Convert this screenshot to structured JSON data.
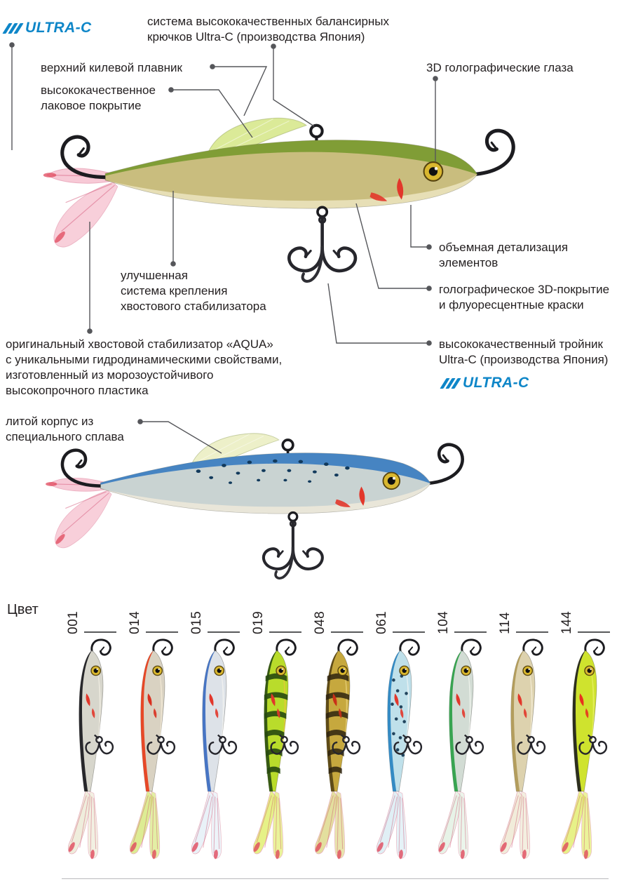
{
  "brand": {
    "logo_text": "ULTRA-C",
    "logo_color": "#0e86c8"
  },
  "callouts": {
    "hooks_system": "система высококачественных балансирных\nкрючков Ultra-C (производства Япония)",
    "keel_fin": "верхний килевой плавник",
    "lacquer": "высококачественное\nлаковое покрытие",
    "eyes": "3D голографические глаза",
    "detail": "объемная детализация\nэлементов",
    "holo_coating": "голографическое 3D-покрытие\nи флуоресцентные краски",
    "tail_mount": "улучшенная\nсистема крепления\nхвостового стабилизатора",
    "stabilizer": "оригинальный хвостовой стабилизатор «AQUA»\nс уникальными гидродинамическими свойствами,\nизготовленный из морозоустойчивого\nвысокопрочного пластика",
    "treble": "высококачественный тройник\nUltra-C (производства Япония)",
    "cast_body": "литой корпус из\nспециального сплава"
  },
  "main_lure": {
    "back": "#7c9b33",
    "body": "#c9bd7e",
    "belly": "#ece5c0",
    "fin": "#d3e57f",
    "accent": "#e2372b",
    "so": 0,
    "po": 0
  },
  "second_lure": {
    "back": "#3f7fc1",
    "body": "#c9d3d2",
    "belly": "#efe9da",
    "fin": "#e9edbc",
    "accent": "#e2372b",
    "so": 0,
    "po": 1
  },
  "colors_section": {
    "label": "Цвет",
    "items": [
      {
        "code": "001",
        "back": "#1d1d22",
        "body": "#d7d6cc",
        "belly": "#f1eee2",
        "fin": "#e6e2c6",
        "accent": "#e2372b",
        "stripe": "#233f10",
        "so": 0,
        "po": 0
      },
      {
        "code": "014",
        "back": "#e8401f",
        "body": "#d9d2c2",
        "belly": "#f2ead6",
        "fin": "#c8e04e",
        "accent": "#d93020",
        "stripe": "#233f10",
        "so": 0,
        "po": 0
      },
      {
        "code": "015",
        "back": "#3e6fc2",
        "body": "#dde2e8",
        "belly": "#f4f4f0",
        "fin": "#dceaf4",
        "accent": "#e2372b",
        "stripe": "#233f10",
        "so": 0,
        "po": 0
      },
      {
        "code": "019",
        "back": "#2f5312",
        "body": "#b9dc2b",
        "belly": "#e8c83a",
        "fin": "#d6e838",
        "accent": "#e2372b",
        "stripe": "#274a10",
        "so": 0.9,
        "po": 0
      },
      {
        "code": "048",
        "back": "#5a4716",
        "body": "#c6a83e",
        "belly": "#e6cf7a",
        "fin": "#d2ca5e",
        "accent": "#c93018",
        "stripe": "#2e2410",
        "so": 0.85,
        "po": 0
      },
      {
        "code": "061",
        "back": "#2c86c2",
        "body": "#bfe0ea",
        "belly": "#eef4f4",
        "fin": "#cde6f0",
        "accent": "#e2372b",
        "stripe": "#233f10",
        "so": 0,
        "po": 0.9
      },
      {
        "code": "104",
        "back": "#2fa04a",
        "body": "#d2dcd4",
        "belly": "#f0f4ec",
        "fin": "#d8ecd8",
        "accent": "#e2372b",
        "stripe": "#233f10",
        "so": 0,
        "po": 0
      },
      {
        "code": "114",
        "back": "#b09a58",
        "body": "#ddd2ae",
        "belly": "#f4ecd6",
        "fin": "#e8e0c2",
        "accent": "#e2372b",
        "stripe": "#233f10",
        "so": 0,
        "po": 0
      },
      {
        "code": "144",
        "back": "#24251f",
        "body": "#cfe32e",
        "belly": "#e8f066",
        "fin": "#d8e83a",
        "accent": "#e8321e",
        "stripe": "#233f10",
        "so": 0,
        "po": 0
      }
    ]
  }
}
